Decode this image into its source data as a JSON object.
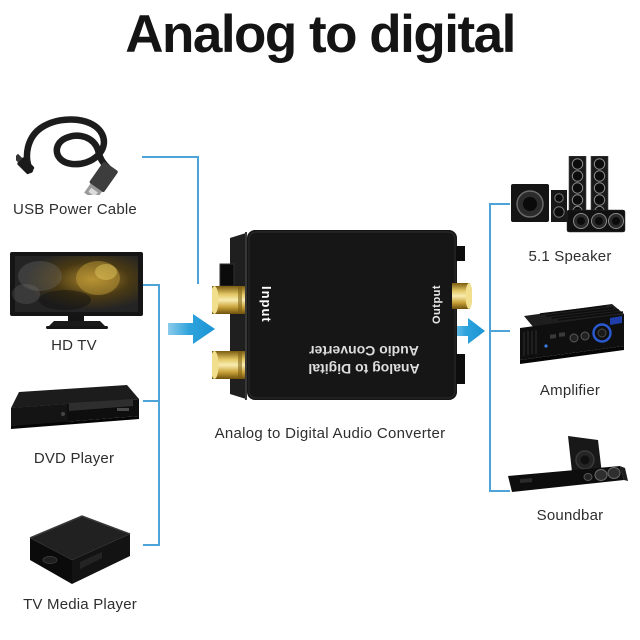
{
  "title": "Analog to digital",
  "colors": {
    "connector_line": "#4ea4d9",
    "arrow_blue": "#1f9ad8",
    "device_black": "#141414",
    "rca_gold": "#e8cf6e",
    "label_text": "#2e2e2e"
  },
  "left_devices": [
    {
      "image": "usb-power-cable-photo",
      "label": "USB Power Cable"
    },
    {
      "image": "hd-tv-photo",
      "label": "HD TV"
    },
    {
      "image": "dvd-player-photo",
      "label": "DVD Player"
    },
    {
      "image": "tv-media-player-photo",
      "label": "TV Media Player"
    }
  ],
  "converter": {
    "caption": "Analog to Digital Audio Converter",
    "input_label": "Input",
    "output_label": "Output",
    "print_line1": "Analog to Digital",
    "print_line2": "Audio Converter"
  },
  "right_devices": [
    {
      "image": "5-1-speaker-photo",
      "label": "5.1 Speaker"
    },
    {
      "image": "amplifier-photo",
      "label": "Amplifier"
    },
    {
      "image": "soundbar-photo",
      "label": "Soundbar"
    }
  ]
}
